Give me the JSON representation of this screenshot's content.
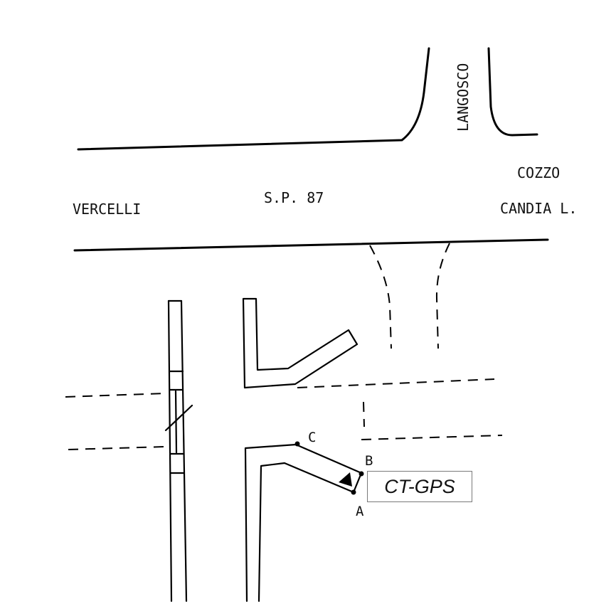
{
  "labels": {
    "langosco": "LANGOSCO",
    "cozzo": "COZZO",
    "vercelli": "VERCELLI",
    "road": "S.P. 87",
    "candia": "CANDIA L.",
    "point_a": "A",
    "point_b": "B",
    "point_c": "C",
    "device": "CT-GPS"
  }
}
